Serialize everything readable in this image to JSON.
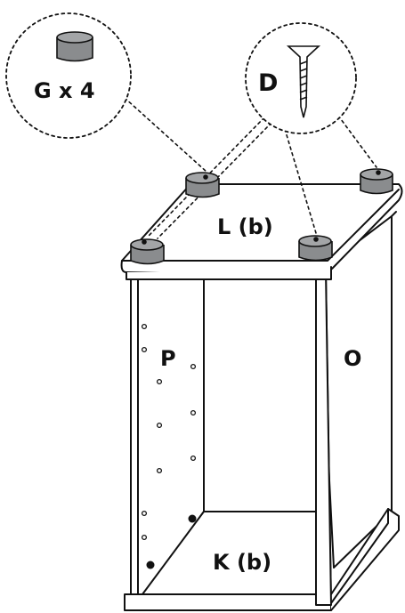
{
  "callouts": {
    "feet": {
      "label": "G x 4"
    },
    "screws": {
      "label": "D"
    }
  },
  "panels": {
    "top": "L (b)",
    "left": "P",
    "right": "O",
    "bottom": "K (b)"
  },
  "colors": {
    "line": "#111111",
    "foot_fill": "#8a8c8e",
    "foot_top": "#a3a5a7",
    "panel": "#ffffff"
  }
}
